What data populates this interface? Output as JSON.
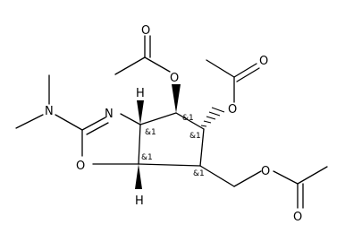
{
  "diagram": {
    "atoms": {
      "n_amine": "N",
      "n_ring": "N",
      "o_ring": "O",
      "o_acetoxy_left": "O",
      "o_carbonyl_left": "O",
      "o_acetoxy_mid": "O",
      "o_carbonyl_mid": "O",
      "o_acetoxy_right": "O",
      "o_carbonyl_right": "O",
      "h_top": "H",
      "h_bottom": "H"
    },
    "stereo_labels": {
      "c3a": "&1",
      "c4": "&1",
      "c5": "&1",
      "c6": "&1",
      "c6a": "&1"
    }
  }
}
